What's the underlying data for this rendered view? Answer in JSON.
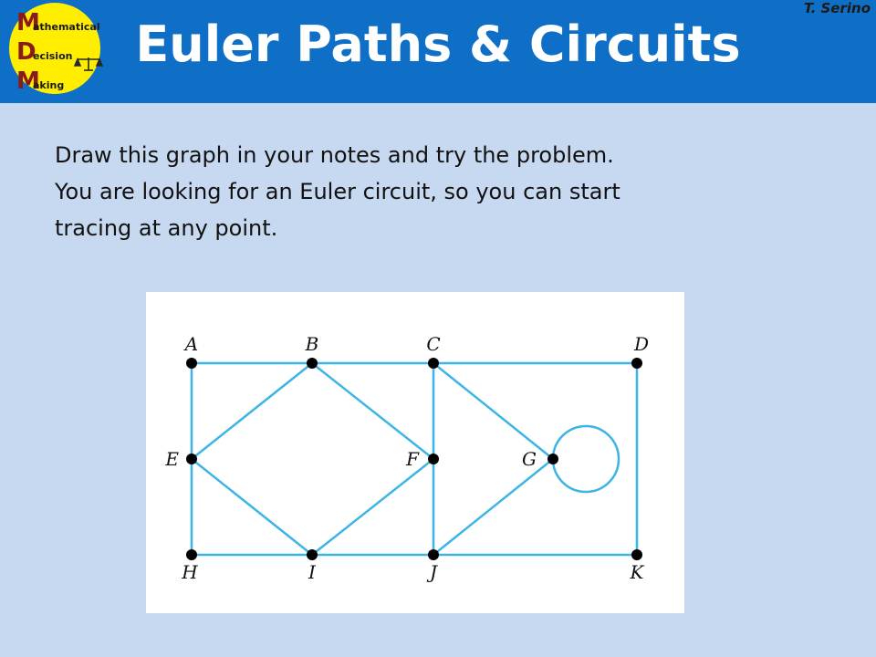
{
  "header": {
    "title": "Euler Paths & Circuits",
    "author": "T. Serino",
    "logo": {
      "lines": [
        {
          "initial": "M",
          "rest": "athematical"
        },
        {
          "initial": "D",
          "rest": "ecision"
        },
        {
          "initial": "M",
          "rest": "aking"
        }
      ],
      "icon": "balance-scale-icon",
      "colors": {
        "circle": "#ffee00",
        "initial": "#8b1a1a",
        "text": "#1a1a1a"
      }
    }
  },
  "content": {
    "lines": [
      "Draw this graph in your notes and try the problem.",
      "You are looking for an Euler circuit, so you can start",
      "tracing at any point."
    ]
  },
  "graph": {
    "edge_color": "#3cb4e6",
    "vertex_color": "#000000",
    "vertices": [
      {
        "id": "A",
        "label": "A"
      },
      {
        "id": "B",
        "label": "B"
      },
      {
        "id": "C",
        "label": "C"
      },
      {
        "id": "D",
        "label": "D"
      },
      {
        "id": "E",
        "label": "E"
      },
      {
        "id": "F",
        "label": "F"
      },
      {
        "id": "G",
        "label": "G"
      },
      {
        "id": "H",
        "label": "H"
      },
      {
        "id": "I",
        "label": "I"
      },
      {
        "id": "J",
        "label": "J"
      },
      {
        "id": "K",
        "label": "K"
      }
    ],
    "edges": [
      [
        "A",
        "B"
      ],
      [
        "B",
        "C"
      ],
      [
        "C",
        "D"
      ],
      [
        "A",
        "E"
      ],
      [
        "E",
        "H"
      ],
      [
        "E",
        "B"
      ],
      [
        "B",
        "F"
      ],
      [
        "E",
        "I"
      ],
      [
        "F",
        "I"
      ],
      [
        "C",
        "F"
      ],
      [
        "F",
        "J"
      ],
      [
        "H",
        "I"
      ],
      [
        "I",
        "J"
      ],
      [
        "J",
        "K"
      ],
      [
        "D",
        "K"
      ],
      [
        "C",
        "G"
      ],
      [
        "G",
        "J"
      ],
      [
        "G",
        "G"
      ]
    ]
  }
}
